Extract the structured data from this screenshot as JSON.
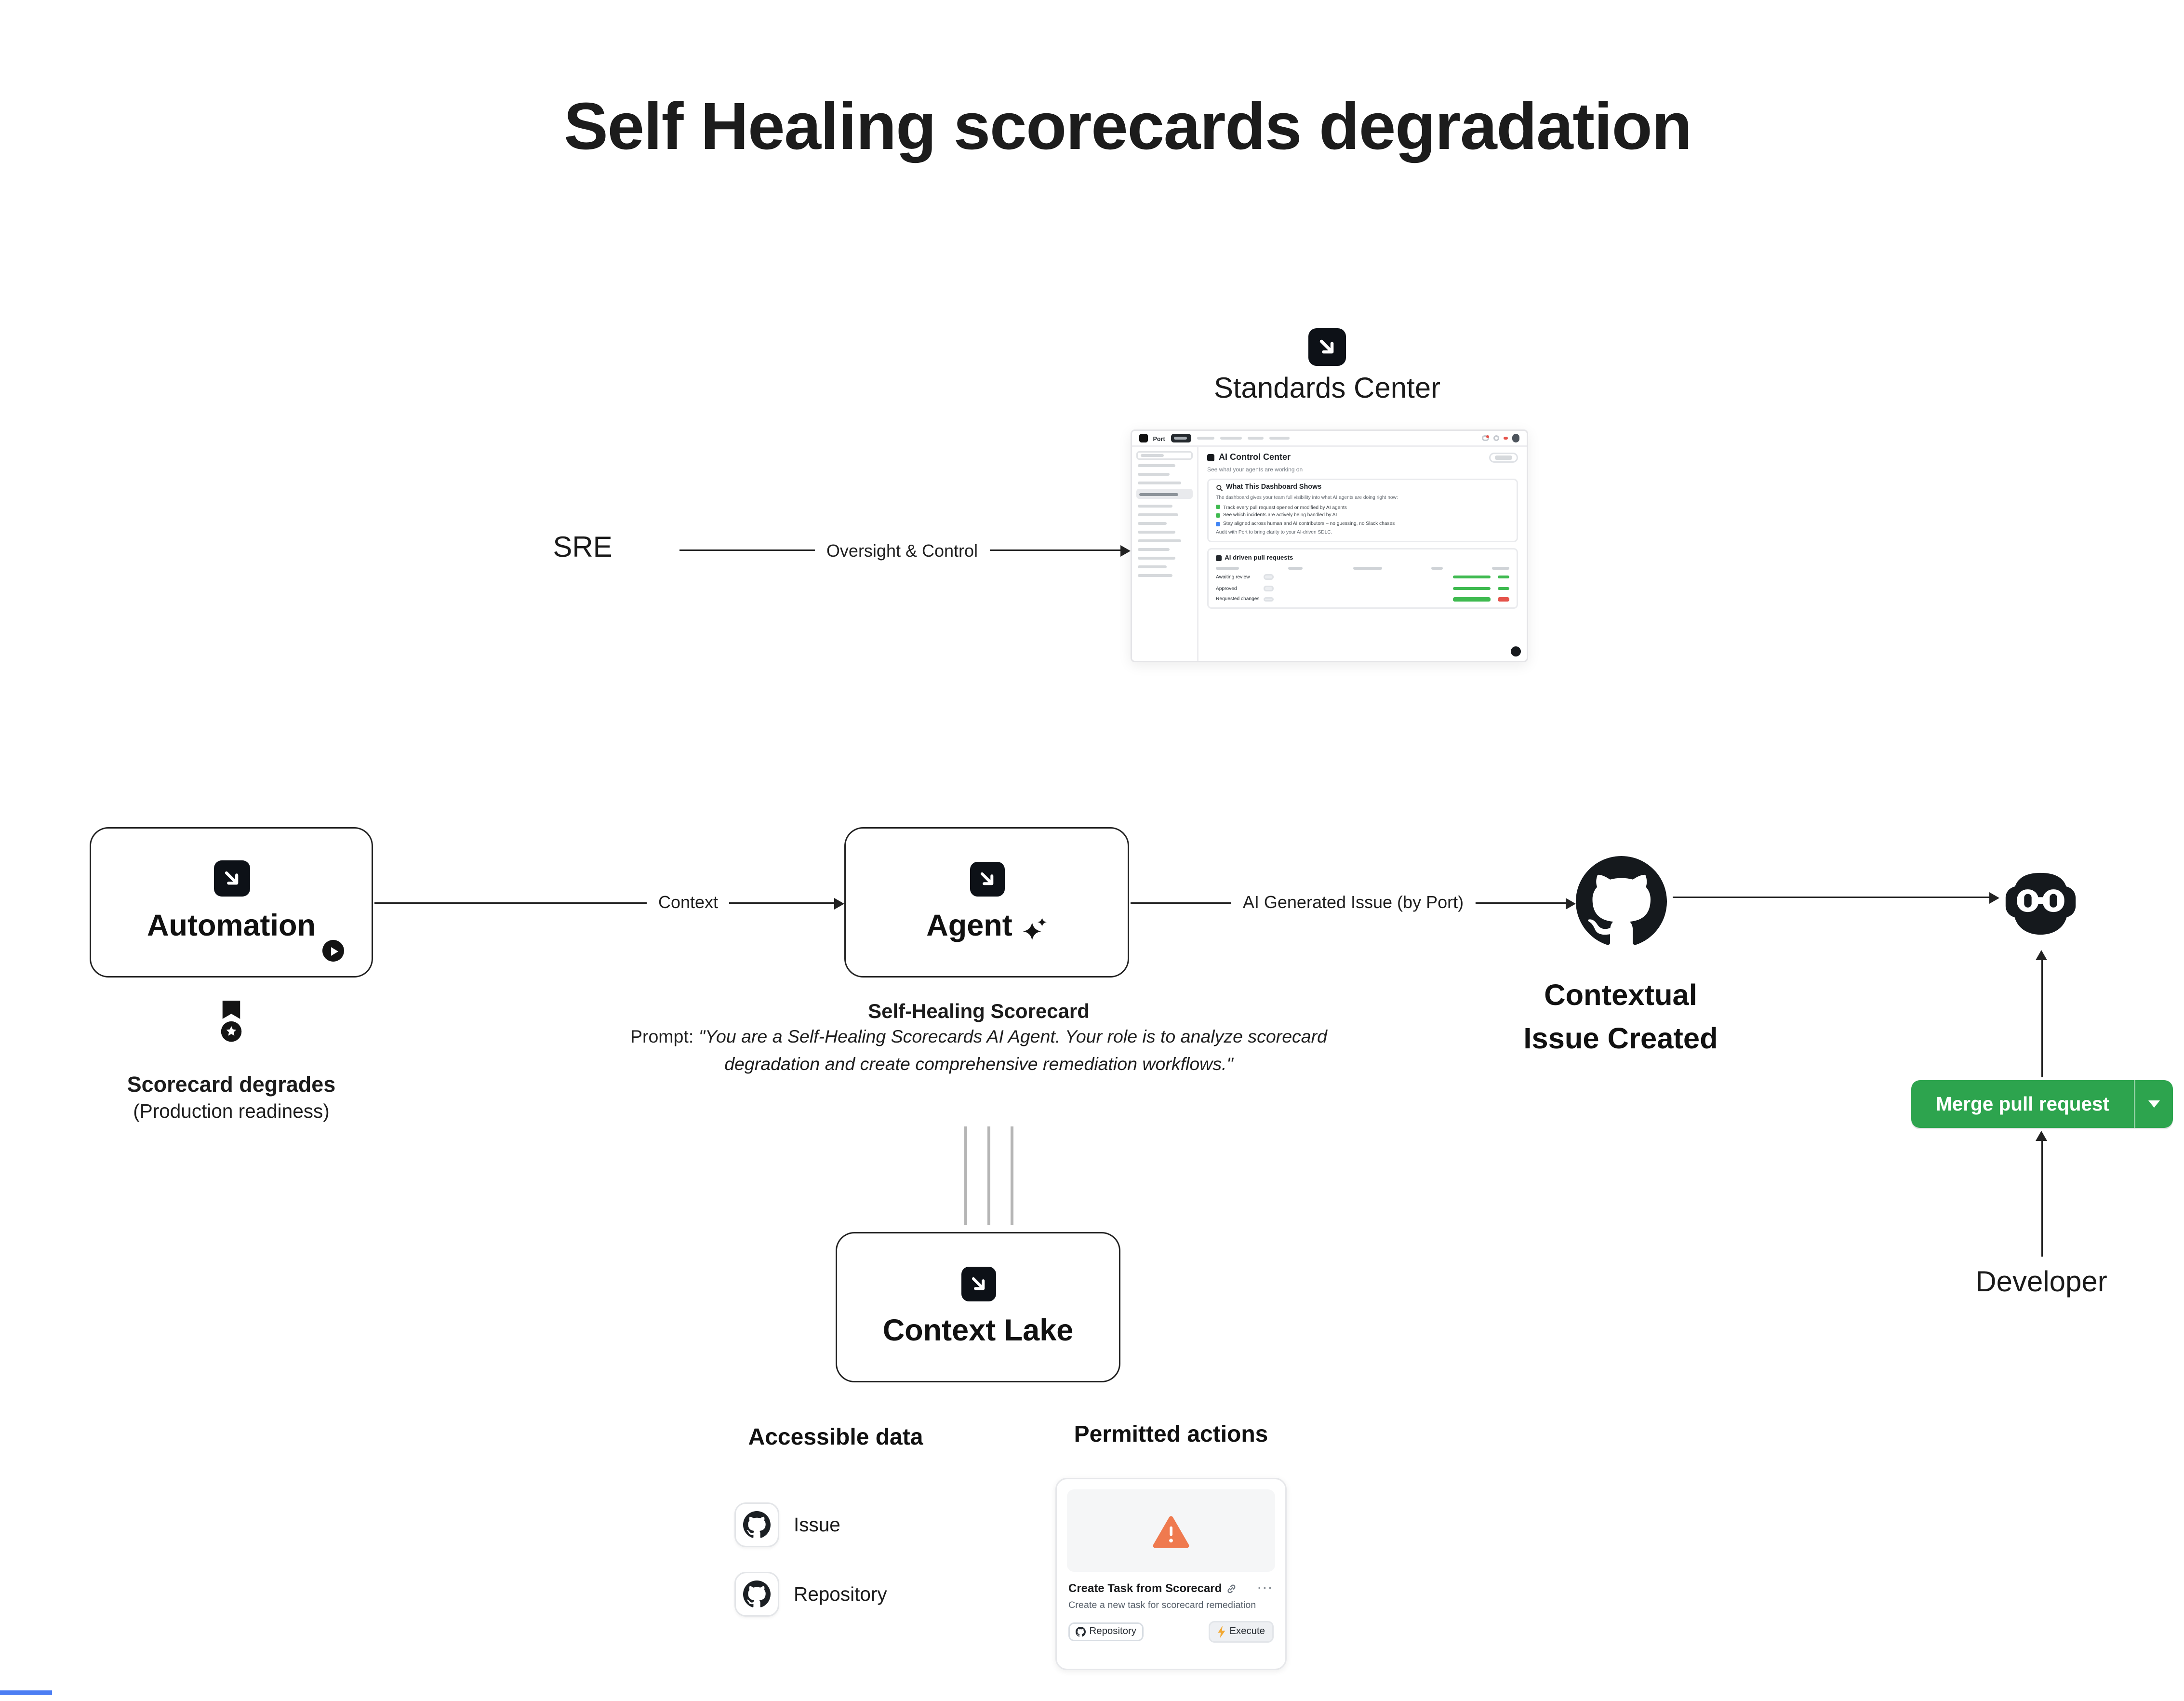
{
  "colors": {
    "merge_green": "#2da44e",
    "warning_orange": "#ef7a4f",
    "bar_green": "#3fba50",
    "alert_red": "#e5534b",
    "strip_blue": "#4c7ef3"
  },
  "title": "Self Healing scorecards degradation",
  "sre": {
    "label": "SRE"
  },
  "developer": {
    "label": "Developer"
  },
  "edges": {
    "oversight": "Oversight & Control",
    "context": "Context",
    "ai_issue": "AI Generated Issue (by Port)"
  },
  "standards_center": {
    "label": "Standards Center",
    "dashboard": {
      "brand": "Port",
      "heading": "AI Control Center",
      "subheading": "See what your agents are working on",
      "panel_title": "What This Dashboard Shows",
      "panel_intro": "The dashboard gives your team full visibility into what AI agents are doing right now:",
      "bullets": [
        "Track every pull request opened or modified by AI agents",
        "See which incidents are actively being handled by AI",
        "Stay aligned across human and AI contributors – no guessing, no Slack chases"
      ],
      "panel_footer": "Audit with Port to bring clarity to your AI-driven SDLC.",
      "table_title": "AI driven pull requests",
      "rows": [
        {
          "label": "Awaiting review"
        },
        {
          "label": "Approved"
        },
        {
          "label": "Requested changes"
        }
      ]
    }
  },
  "automation": {
    "label": "Automation",
    "trigger_title": "Scorecard degrades",
    "trigger_subtitle": "(Production readiness)"
  },
  "agent": {
    "label": "Agent",
    "subtitle": "Self-Healing Scorecard",
    "prompt_label": "Prompt:",
    "prompt_text": "\"You are a Self-Healing Scorecards AI Agent. Your role is to analyze scorecard degradation and create comprehensive remediation workflows.\""
  },
  "github_issue": {
    "caption_line1": "Contextual",
    "caption_line2": "Issue Created"
  },
  "context_lake": {
    "label": "Context Lake"
  },
  "accessible_data": {
    "heading": "Accessible data",
    "items": [
      {
        "label": "Issue"
      },
      {
        "label": "Repository"
      }
    ]
  },
  "permitted_actions": {
    "heading": "Permitted actions",
    "card": {
      "title": "Create Task from Scorecard",
      "more_icon": "···",
      "description": "Create a new task for scorecard remediation",
      "tag": "Repository",
      "execute": "Execute"
    }
  },
  "merge": {
    "label": "Merge pull request"
  }
}
